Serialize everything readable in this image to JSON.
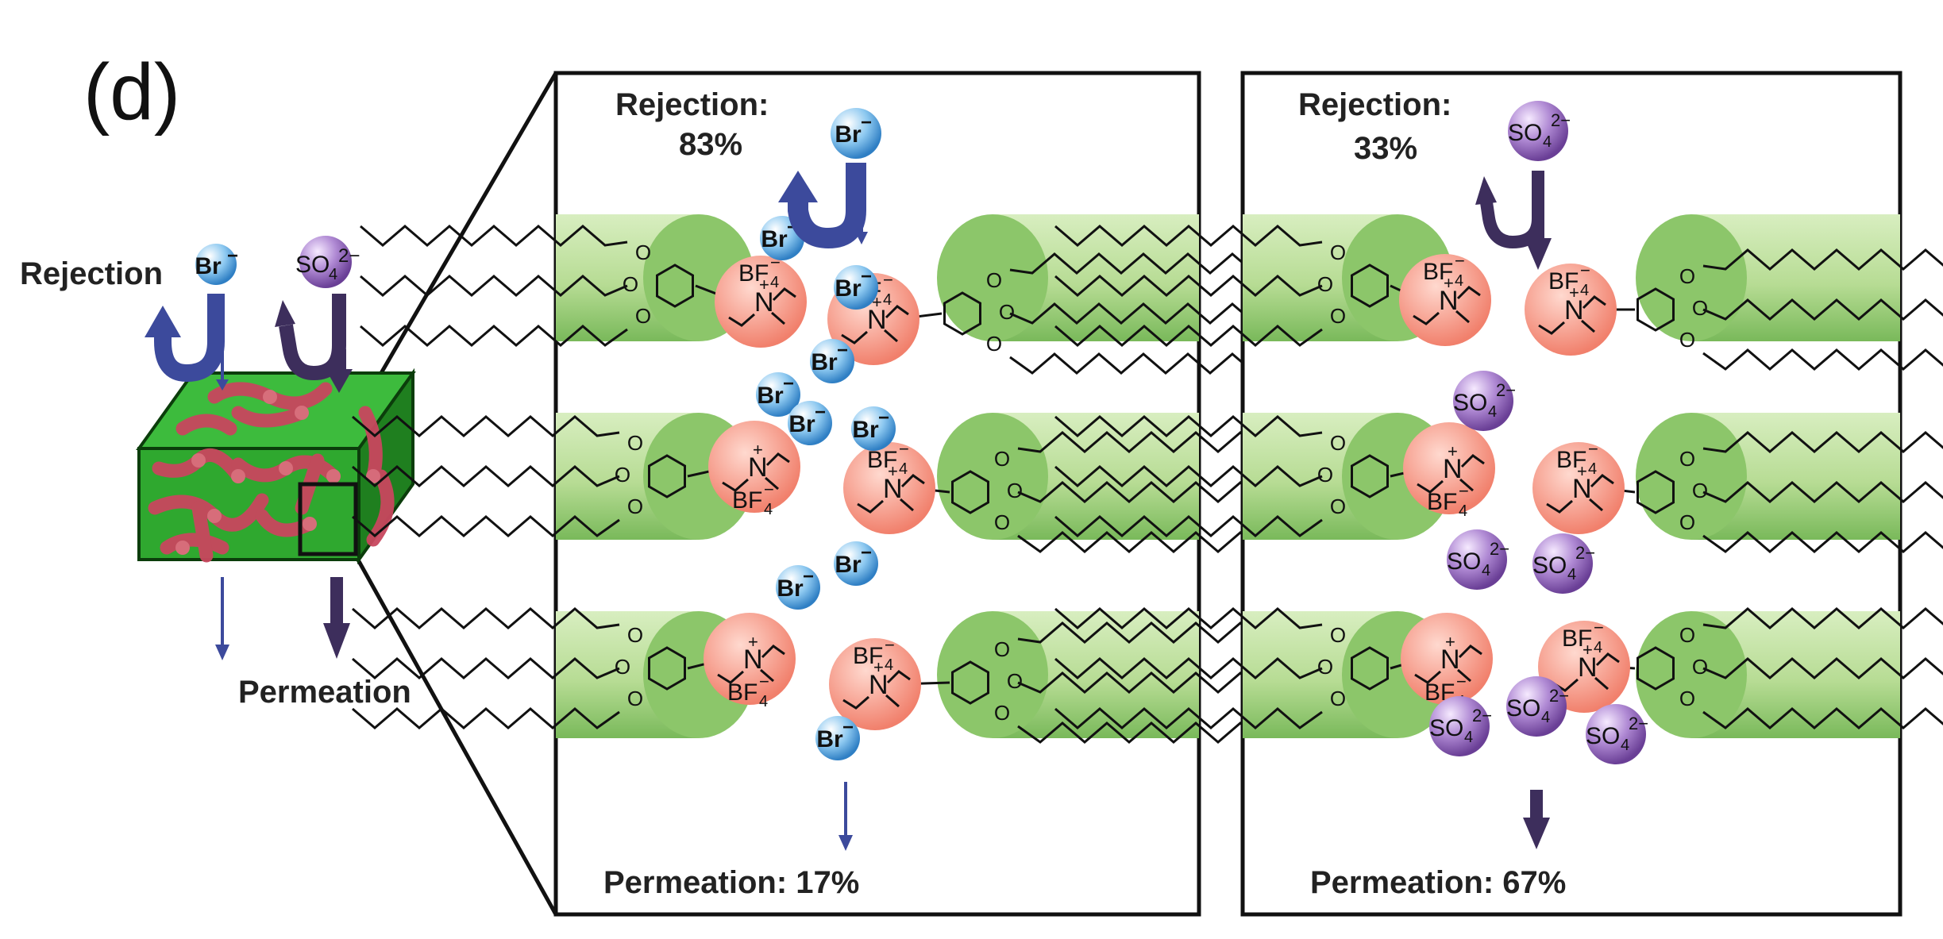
{
  "panel_label": "(d)",
  "overview": {
    "rejection_label": "Rejection",
    "permeation_label": "Permeation",
    "ion_br": "Br",
    "ion_br_charge": "−",
    "ion_so4": "SO",
    "ion_so4_sub": "4",
    "ion_so4_charge": "2−"
  },
  "panel_br": {
    "rejection_label": "Rejection:",
    "rejection_value": "83%",
    "permeation_label": "Permeation: 17%",
    "ion": "Br",
    "ion_charge": "−"
  },
  "panel_so4": {
    "rejection_label": "Rejection:",
    "rejection_value": "33%",
    "permeation_label": "Permeation: 67%",
    "ion": "SO",
    "ion_sub": "4",
    "ion_charge": "2−"
  },
  "counterion": {
    "text": "BF",
    "sub": "4",
    "charge": "−"
  },
  "cation": {
    "atom": "N",
    "charge": "+"
  },
  "oxygen": "O",
  "colors": {
    "green_light": "#cfe8b0",
    "green_dark": "#6fb24a",
    "cation_fill": "#f59a8a",
    "br_fill": "#5fa9de",
    "so4_fill": "#8a5bb3",
    "arrow_blue": "#3c4a9c",
    "arrow_purple": "#3d2e5c",
    "network_red": "#c8475e",
    "block_green": "#2f9e2f"
  }
}
